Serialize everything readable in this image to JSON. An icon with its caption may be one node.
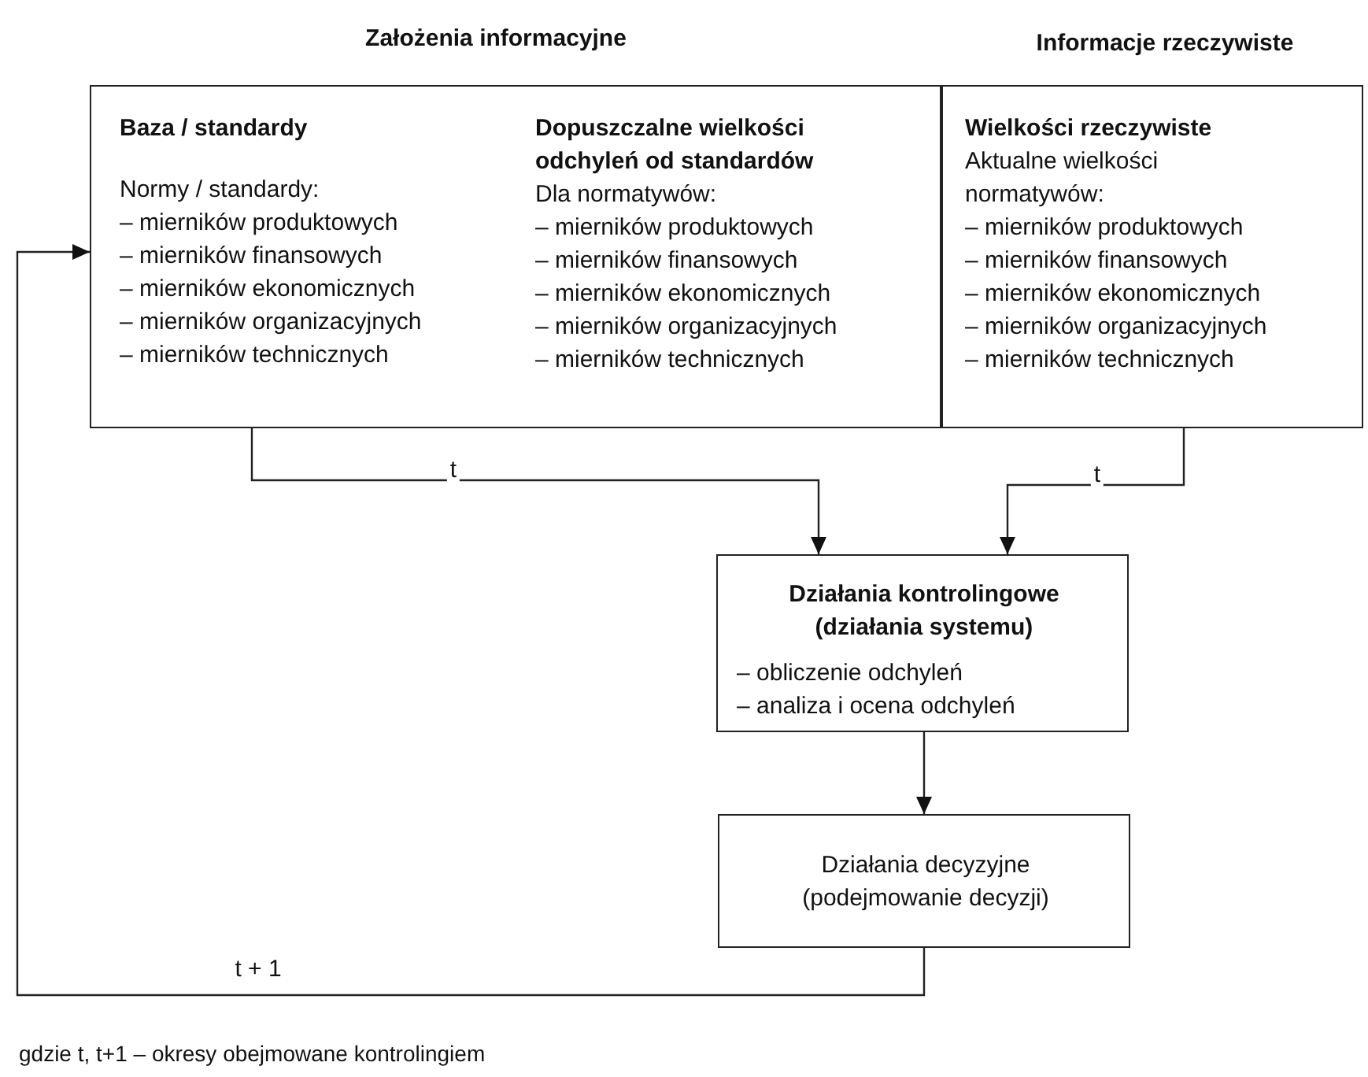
{
  "diagram": {
    "caption": "gdzie t, t+1 – okresy obejmowane kontrolingiem",
    "nodes": [
      {
        "text": [
          "Założenia informacyjne",
          "Baza / standardy",
          "Normy / standardy:",
          "– mierników produktowych",
          "– mierników finansowych",
          "– mierników ekonomicznych",
          "– mierników organizacyjnych",
          "– mierników technicznych",
          "Dopuszczalne wielkości odchyleń od standardów",
          "Dla normatywów:",
          "– mierników produktowych",
          "– mierników finansowych",
          "– mierników ekonomicznych",
          "– mierników organizacyjnych",
          "– mierników technicznych"
        ]
      },
      {
        "text": [
          "Informacje rzeczywiste",
          "Wielkości rzeczywiste",
          "Aktualne wielkości normatywów:",
          "– mierników produktowych",
          "– mierników finansowych",
          "– mierników ekonomicznych",
          "– mierników organizacyjnych",
          "– mierników technicznych"
        ]
      },
      {
        "text": [
          "Działania kontrolingowe (działania systemu)",
          "– obliczenie odchyleń",
          "– analiza i ocena odchyleń"
        ]
      },
      {
        "text": [
          "Działania decyzyjne (podejmowanie decyzji)"
        ]
      }
    ],
    "edges": [
      {
        "from": 0,
        "to": 2,
        "arrow": "to",
        "label": "t"
      },
      {
        "from": 1,
        "to": 2,
        "arrow": "to",
        "label": "t"
      },
      {
        "from": 2,
        "to": 3,
        "arrow": "to"
      },
      {
        "from": 3,
        "to": 0,
        "arrow": "to",
        "label": "t + 1"
      }
    ]
  }
}
